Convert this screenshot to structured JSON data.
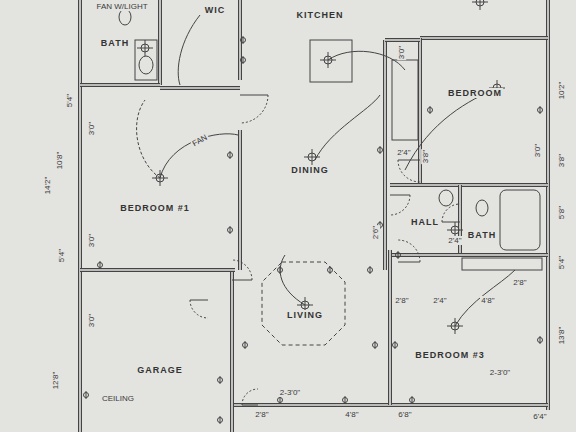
{
  "diagram": {
    "nodes": [
      {
        "text": [
          "BATH"
        ]
      },
      {
        "text": [
          "WIC"
        ]
      },
      {
        "text": [
          "KITCHEN"
        ]
      },
      {
        "text": [
          "BEDROOM"
        ]
      },
      {
        "text": [
          "BEDROOM #1"
        ]
      },
      {
        "text": [
          "DINING"
        ]
      },
      {
        "text": [
          "HALL"
        ]
      },
      {
        "text": [
          "BATH"
        ]
      },
      {
        "text": [
          "LIVING"
        ]
      },
      {
        "text": [
          "GARAGE"
        ]
      },
      {
        "text": [
          "BEDROOM #3"
        ]
      }
    ],
    "edges": [],
    "labels": [
      "FAN W/LIGHT",
      "FAN",
      "3'0\"",
      "3'0\"",
      "3'0\"",
      "5'4\"",
      "10'8\"",
      "14'2\"",
      "5'4\"",
      "12'8\"",
      "CEILING",
      "2'8\"",
      "2-3'0\"",
      "4'8\"",
      "6'8\"",
      "6'4\"",
      "2-3'0\"",
      "2'8\"",
      "2'4\"",
      "4'8\"",
      "2'8\"",
      "2'4\"",
      "3'8\"",
      "2'4\"",
      "10'2\"",
      "3'8\"",
      "5'8\"",
      "5'4\"",
      "13'8\"",
      "3'0\"",
      "2'6\"",
      "3'0\""
    ]
  }
}
